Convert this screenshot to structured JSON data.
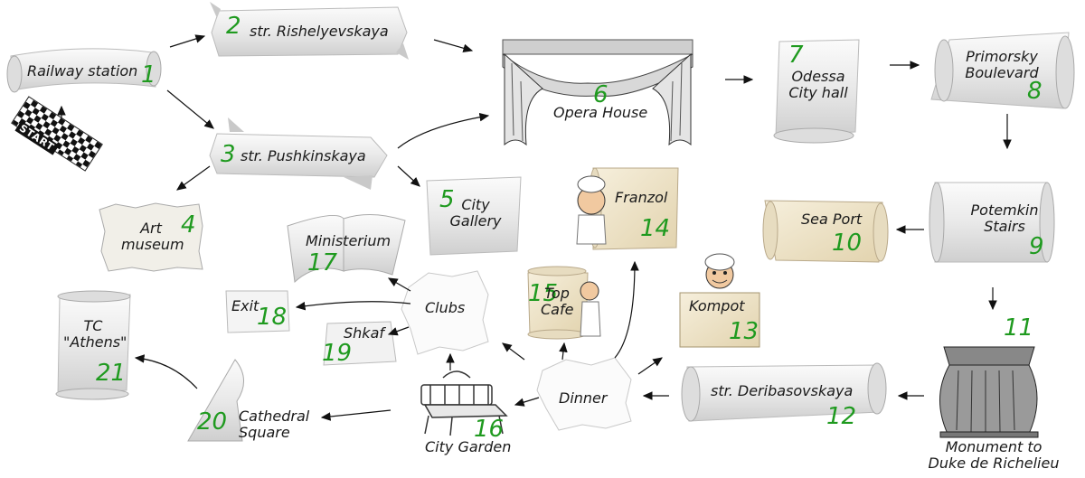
{
  "start_label": "START",
  "colors": {
    "number": "#1f9a1f",
    "text": "#1a1a1a",
    "paper": "#eeeeee",
    "parchment": "#efe6cf"
  },
  "nodes": [
    {
      "id": "railway-station",
      "number": "1",
      "label": "Railway station"
    },
    {
      "id": "str-rishelyevskaya",
      "number": "2",
      "label": "str. Rishelyevskaya"
    },
    {
      "id": "str-pushkinskaya",
      "number": "3",
      "label": "str. Pushkinskaya"
    },
    {
      "id": "art-museum",
      "number": "4",
      "label": "Art museum"
    },
    {
      "id": "city-gallery",
      "number": "5",
      "label": "City Gallery"
    },
    {
      "id": "opera-house",
      "number": "6",
      "label": "Opera House"
    },
    {
      "id": "odessa-city-hall",
      "number": "7",
      "label": "Odessa City hall"
    },
    {
      "id": "primorsky-boulevard",
      "number": "8",
      "label": "Primorsky Boulevard"
    },
    {
      "id": "potemkin-stairs",
      "number": "9",
      "label": "Potemkin Stairs"
    },
    {
      "id": "sea-port",
      "number": "10",
      "label": "Sea Port"
    },
    {
      "id": "monument-duke",
      "number": "11",
      "label": "Monument to Duke de Richelieu"
    },
    {
      "id": "str-deribasovskaya",
      "number": "12",
      "label": "str. Deribasovskaya"
    },
    {
      "id": "kompot",
      "number": "13",
      "label": "Kompot"
    },
    {
      "id": "franzol",
      "number": "14",
      "label": "Franzol"
    },
    {
      "id": "top-cafe",
      "number": "15",
      "label": "Top Cafe"
    },
    {
      "id": "city-garden",
      "number": "16",
      "label": "City Garden"
    },
    {
      "id": "ministerium",
      "number": "17",
      "label": "Ministerium"
    },
    {
      "id": "exit",
      "number": "18",
      "label": "Exit"
    },
    {
      "id": "shkaf",
      "number": "19",
      "label": "Shkaf"
    },
    {
      "id": "cathedral-square",
      "number": "20",
      "label": "Cathedral Square"
    },
    {
      "id": "tc-athens",
      "number": "21",
      "label": "TC \"Athens\""
    },
    {
      "id": "clubs",
      "number": "",
      "label": "Clubs"
    },
    {
      "id": "dinner",
      "number": "",
      "label": "Dinner"
    }
  ]
}
